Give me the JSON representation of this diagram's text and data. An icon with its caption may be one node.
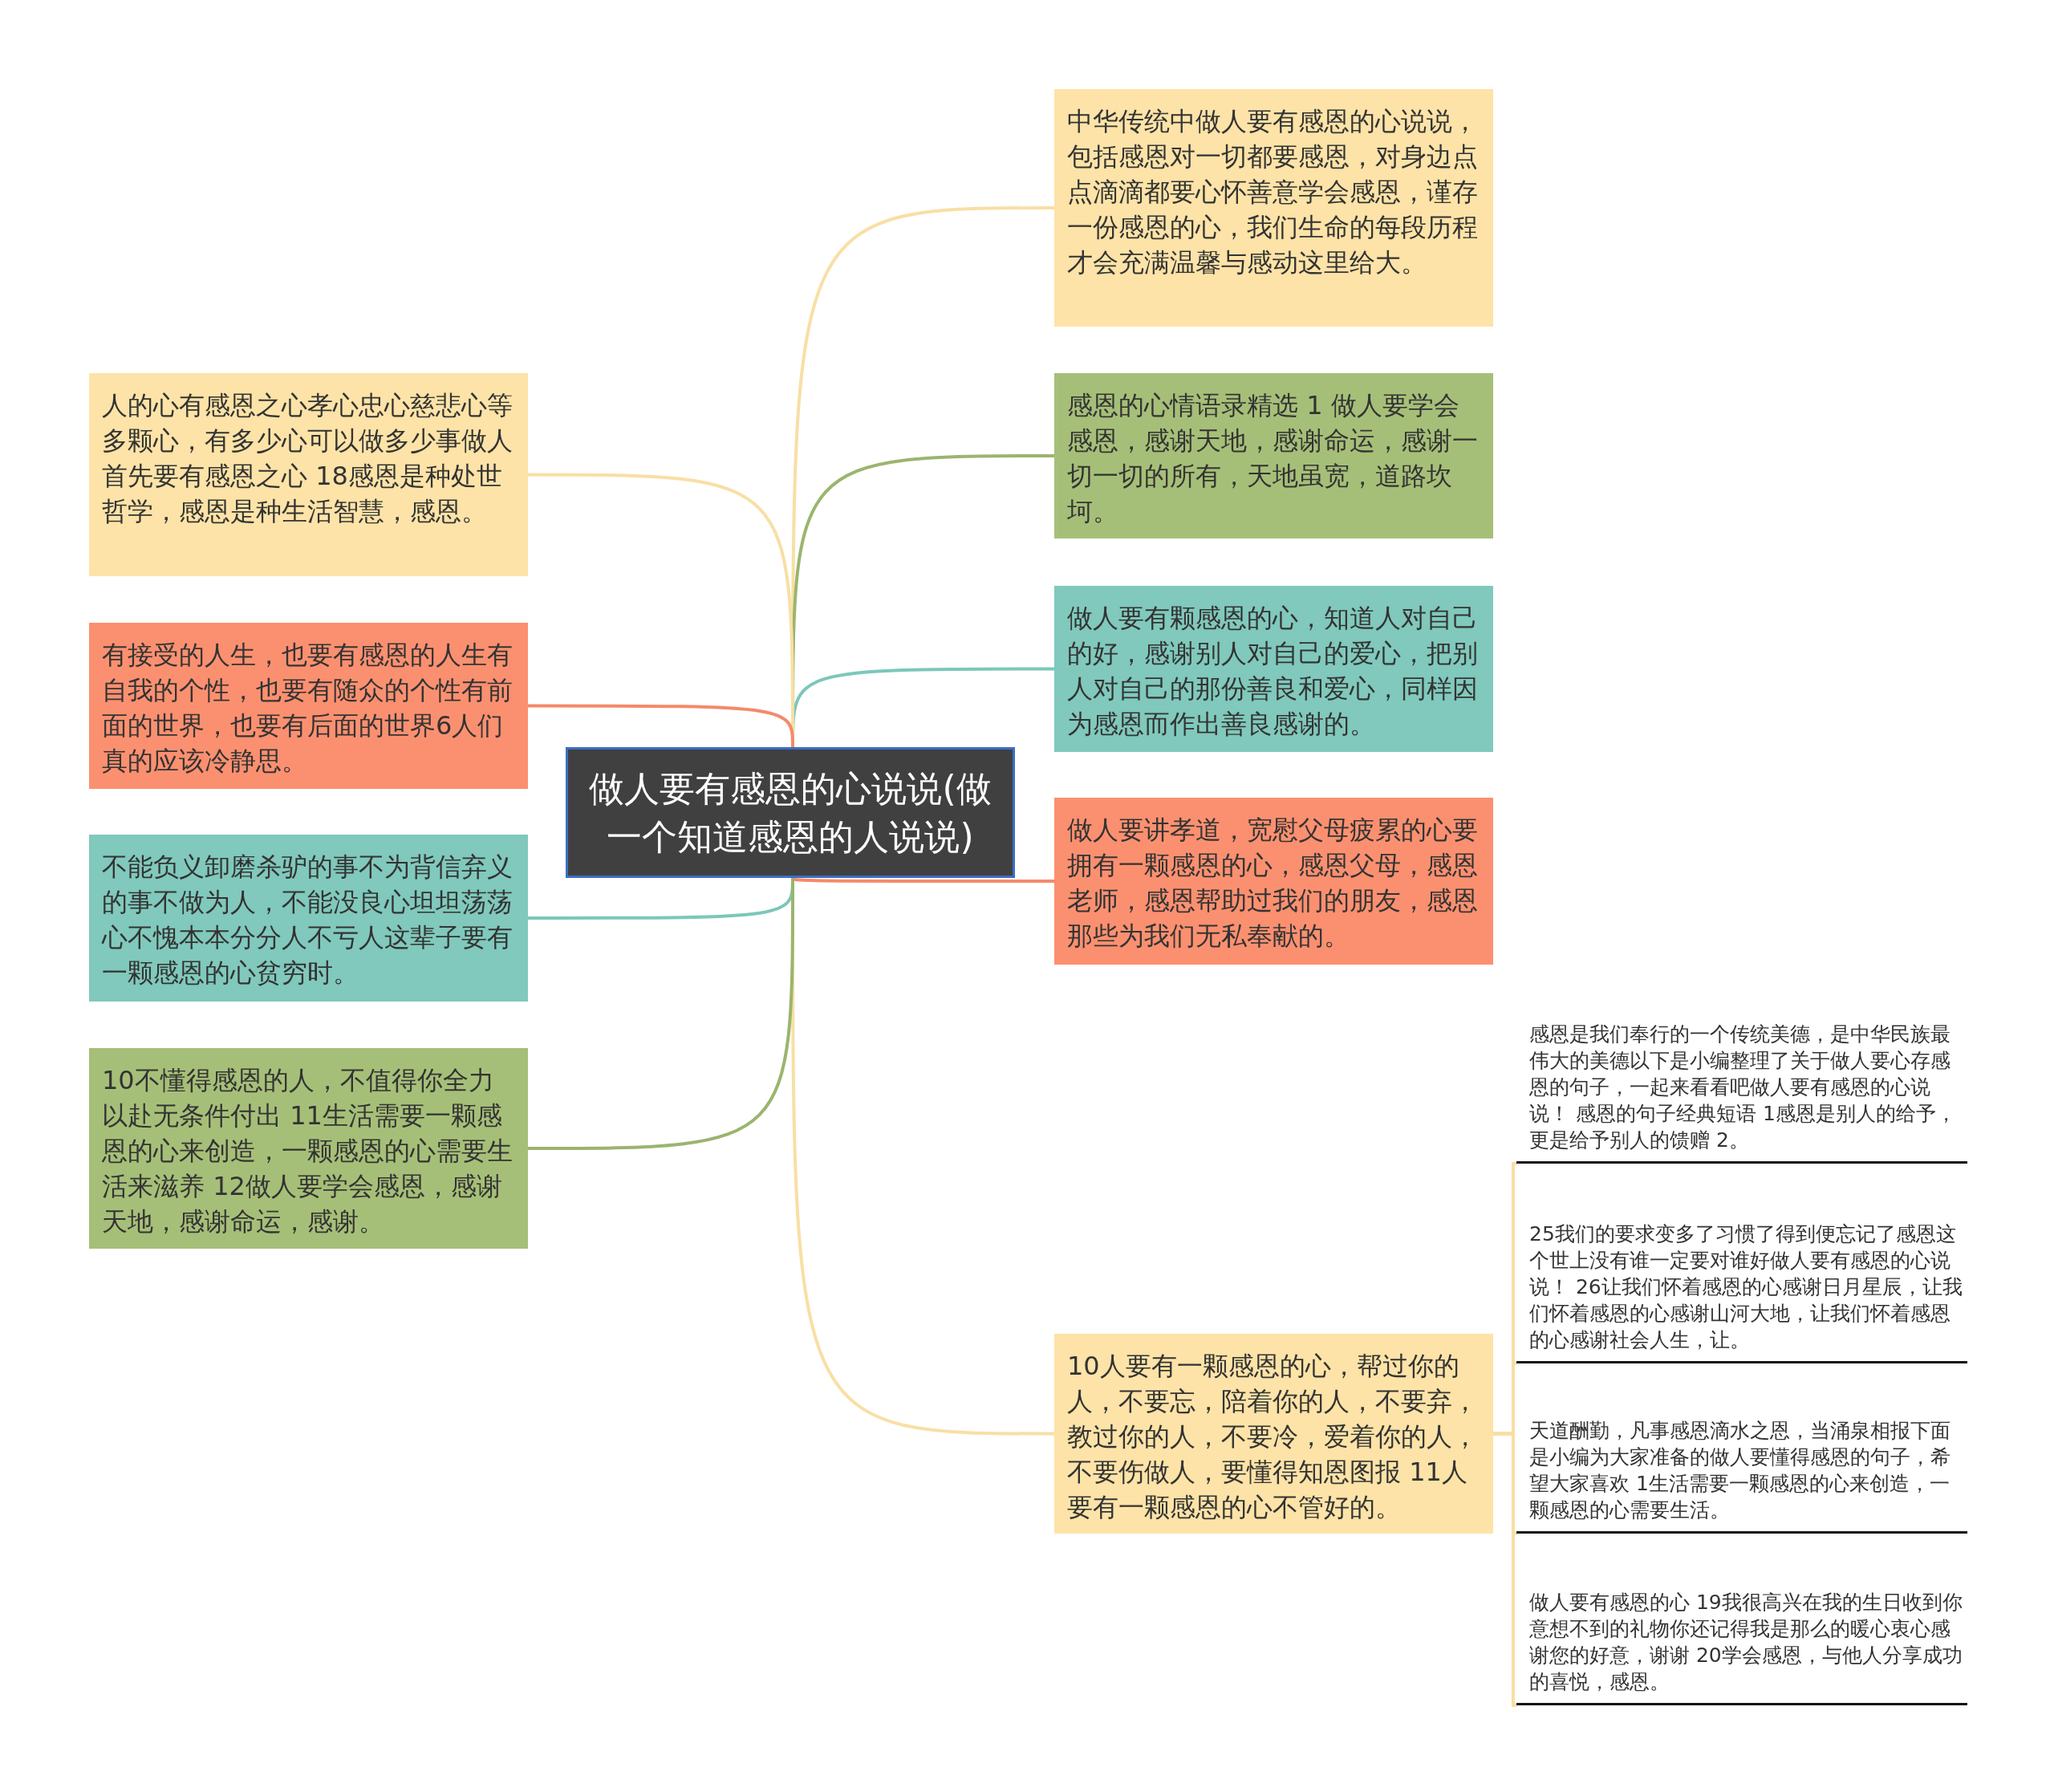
{
  "diagram": {
    "nodes": [
      {
        "text": [
          "做人要有感恩的心说说(做一个知道感恩的人说说)"
        ]
      },
      {
        "text": [
          "中华传统中做人要有感恩的心说说，包括感恩对一切都要感恩，对身边点点滴滴都要心怀善意学会感恩，谨存一份感恩的心，我们生命的每段历程才会充满温馨与感动这里给大。"
        ]
      },
      {
        "text": [
          "感恩的心情语录精选 1 做人要学会感恩，感谢天地，感谢命运，感谢一切一切的所有，天地虽宽，道路坎坷。"
        ]
      },
      {
        "text": [
          "做人要有颗感恩的心，知道人对自己的好，感谢别人对自己的爱心，把别人对自己的那份善良和爱心，同样因为感恩而作出善良感谢的。"
        ]
      },
      {
        "text": [
          "做人要讲孝道，宽慰父母疲累的心要拥有一颗感恩的心，感恩父母，感恩老师，感恩帮助过我们的朋友，感恩那些为我们无私奉献的。"
        ]
      },
      {
        "text": [
          "10人要有一颗感恩的心，帮过你的人，不要忘，陪着你的人，不要弃，教过你的人，不要冷，爱着你的人，不要伤做人，要懂得知恩图报 11人要有一颗感恩的心不管好的。"
        ]
      },
      {
        "text": [
          "人的心有感恩之心孝心忠心慈悲心等多颗心，有多少心可以做多少事做人首先要有感恩之心 18感恩是种处世哲学，感恩是种生活智慧，感恩。"
        ]
      },
      {
        "text": [
          "有接受的人生，也要有感恩的人生有自我的个性，也要有随众的个性有前面的世界，也要有后面的世界6人们真的应该冷静思。"
        ]
      },
      {
        "text": [
          "不能负义卸磨杀驴的事不为背信弃义的事不做为人，不能没良心坦坦荡荡心不愧本本分分人不亏人这辈子要有一颗感恩的心贫穷时。"
        ]
      },
      {
        "text": [
          "10不懂得感恩的人，不值得你全力以赴无条件付出 11生活需要一颗感恩的心来创造，一颗感恩的心需要生活来滋养 12做人要学会感恩，感谢天地，感谢命运，感谢。"
        ]
      },
      {
        "text": [
          "感恩是我们奉行的一个传统美德，是中华民族最伟大的美德以下是小编整理了关于做人要心存感恩的句子，一起来看看吧做人要有感恩的心说说！ 感恩的句子经典短语 1感恩是别人的给予，更是给予别人的馈赠 2。"
        ]
      },
      {
        "text": [
          "25我们的要求变多了习惯了得到便忘记了感恩这个世上没有谁一定要对谁好做人要有感恩的心说说！ 26让我们怀着感恩的心感谢日月星辰，让我们怀着感恩的心感谢山河大地，让我们怀着感恩的心感谢社会人生，让。"
        ]
      },
      {
        "text": [
          "天道酬勤，凡事感恩滴水之恩，当涌泉相报下面是小编为大家准备的做人要懂得感恩的句子，希望大家喜欢 1生活需要一颗感恩的心来创造，一颗感恩的心需要生活。"
        ]
      },
      {
        "text": [
          "做人要有感恩的心 19我很高兴在我的生日收到你意想不到的礼物你还记得我是那么的暖心衷心感谢您的好意，谢谢 20学会感恩，与他人分享成功的喜悦，感恩。"
        ]
      }
    ],
    "edges": [
      {
        "from": 0,
        "to": 1,
        "arrow": "none"
      },
      {
        "from": 0,
        "to": 2,
        "arrow": "none",
        "color": "#9bb56e"
      },
      {
        "from": 0,
        "to": 3,
        "arrow": "none",
        "color": "#7cc7ba"
      },
      {
        "from": 0,
        "to": 4,
        "arrow": "none",
        "color": "#f48a6a"
      },
      {
        "from": 0,
        "to": 5,
        "arrow": "none"
      },
      {
        "from": 0,
        "to": 6,
        "arrow": "none"
      },
      {
        "from": 0,
        "to": 7,
        "arrow": "none",
        "color": "#f48a6a"
      },
      {
        "from": 0,
        "to": 8,
        "arrow": "none",
        "color": "#7cc7ba"
      },
      {
        "from": 0,
        "to": 9,
        "arrow": "none",
        "color": "#9bb56e"
      },
      {
        "from": 5,
        "to": 10,
        "arrow": "none"
      },
      {
        "from": 5,
        "to": 11,
        "arrow": "none"
      },
      {
        "from": 5,
        "to": 12,
        "arrow": "none"
      },
      {
        "from": 5,
        "to": 13,
        "arrow": "none"
      }
    ]
  }
}
